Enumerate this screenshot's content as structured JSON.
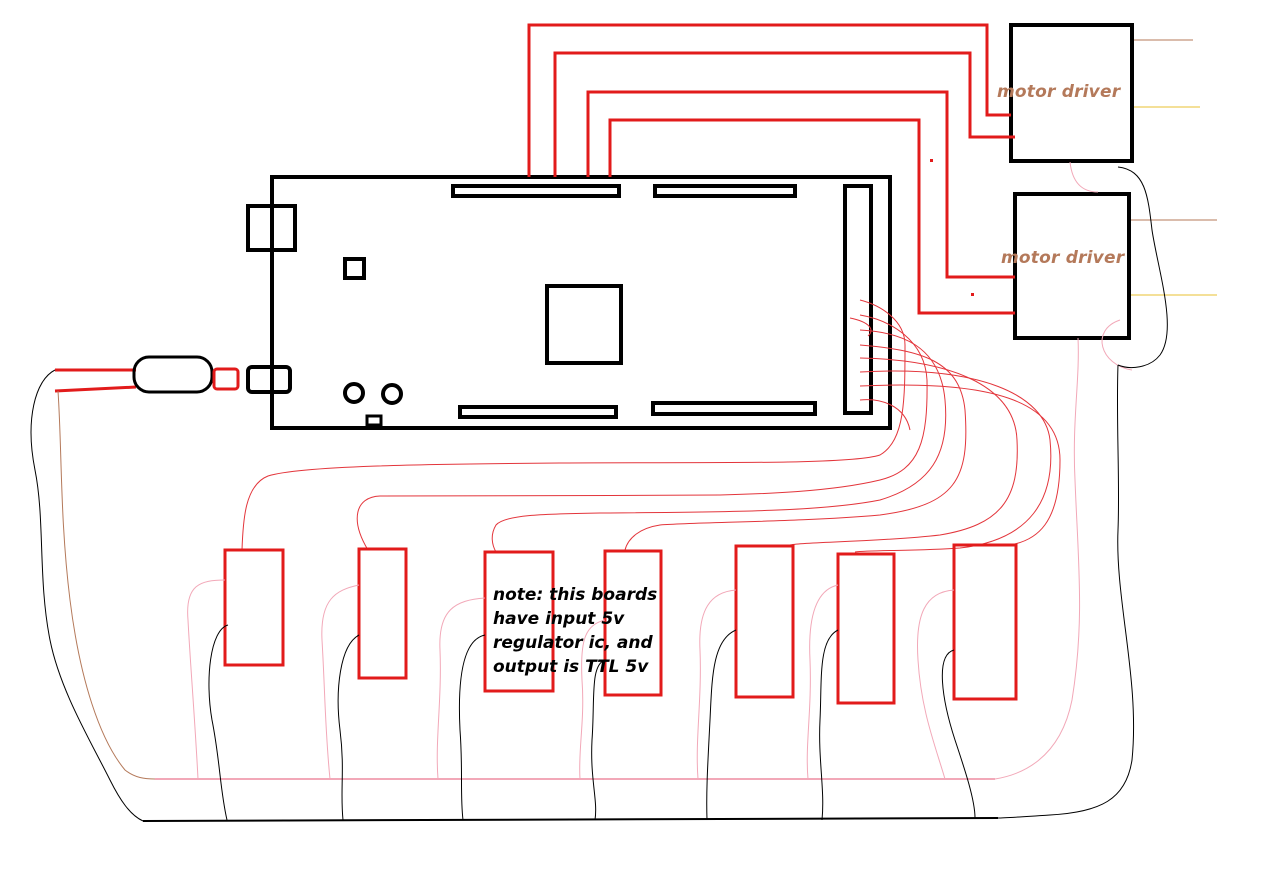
{
  "labels": {
    "motor_driver_1": "motor driver",
    "motor_driver_2": "motor driver",
    "note": "note: this boards\nhave input 5v\nregulator ic, and\noutput is TTL 5v"
  },
  "colors": {
    "background": "#ffffff",
    "board_outline": "#000000",
    "wire_red": "#e21b1b",
    "wire_thin_red": "#e3353b",
    "wire_pink": "#f2a8b8",
    "wire_black": "#000000",
    "wire_brown": "#b4795a",
    "wire_yellow": "#e8c030",
    "label_text": "#b4795a",
    "sensor_box": "#e21b1b"
  },
  "components": {
    "microcontroller_board": "board",
    "motor_drivers": 2,
    "sensor_boards": 7
  }
}
